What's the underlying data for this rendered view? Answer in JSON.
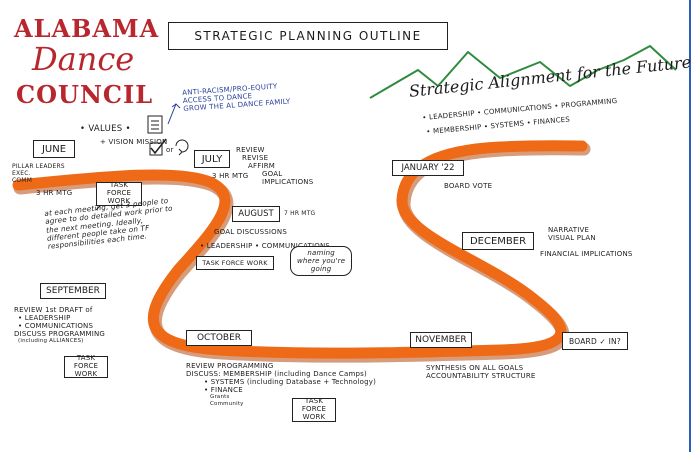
{
  "logo": {
    "line1": "ALABAMA",
    "line2": "Dance",
    "line3": "COUNCIL"
  },
  "title": "STRATEGIC PLANNING OUTLINE",
  "alignment": {
    "title": "Strategic Alignment for the Future",
    "line1": "• LEADERSHIP • COMMUNICATIONS • PROGRAMMING",
    "line2": "• MEMBERSHIP • SYSTEMS • FINANCES"
  },
  "values": {
    "label": "• VALUES •",
    "vision": "+ VISION MISSION",
    "or": "or",
    "items": [
      "ANTI-RACISM/PRO-EQUITY",
      "ACCESS TO DANCE",
      "GROW THE AL DANCE FAMILY"
    ]
  },
  "june": {
    "label": "JUNE",
    "note": [
      "PILLAR LEADERS",
      "EXEC.",
      "COMM"
    ],
    "mtg": "3 HR MTG",
    "taskforce": "TASK FORCE WORK"
  },
  "july": {
    "label": "JULY",
    "mtg": "3 HR MTG",
    "review": [
      "REVIEW",
      "REVISE",
      "AFFIRM"
    ],
    "goal": [
      "GOAL",
      "IMPLICATIONS"
    ]
  },
  "each_meeting": [
    "at each meeting, get 3 people to",
    "agree to do detailed work prior to",
    "the next meeting. Ideally,",
    "different people take on TF",
    "responsibilities each time."
  ],
  "august": {
    "label": "AUGUST",
    "mtg": "7 HR MTG",
    "goal_discussions": "GOAL DISCUSSIONS",
    "lc": "• LEADERSHIP • COMMUNICATIONS",
    "taskforce": "TASK FORCE WORK",
    "naming": [
      "naming",
      "where you're",
      "going"
    ]
  },
  "september": {
    "label": "SEPTEMBER",
    "lines": [
      "REVIEW 1st DRAFT of",
      "• LEADERSHIP",
      "• COMMUNICATIONS",
      "DISCUSS PROGRAMMING",
      "(including ALLIANCES)"
    ],
    "taskforce": "TASK FORCE WORK"
  },
  "october": {
    "label": "OCTOBER",
    "lines": [
      "REVIEW PROGRAMMING",
      "DISCUSS: MEMBERSHIP (including Dance Camps)",
      "• SYSTEMS (including Database + Technology)",
      "• FINANCE",
      "Grants",
      "Community"
    ],
    "taskforce": "TASK FORCE WORK"
  },
  "november": {
    "label": "NOVEMBER",
    "lines": [
      "SYNTHESIS ON ALL GOALS",
      "ACCOUNTABILITY STRUCTURE"
    ]
  },
  "board_in": "BOARD ✓ IN?",
  "december": {
    "label": "DECEMBER",
    "lines": [
      "NARRATIVE",
      "VISUAL PLAN",
      "FINANCIAL IMPLICATIONS"
    ]
  },
  "january": {
    "label": "JANUARY '22",
    "vote": "BOARD VOTE"
  },
  "colors": {
    "road": "#ee6a16",
    "road_shadow": "#b44a10",
    "logo": "#b8262e",
    "mountains": "#2e8b3e",
    "ink": "#1c1c1c",
    "blue_ink": "#27409c",
    "frame": "#2a5fb8"
  }
}
